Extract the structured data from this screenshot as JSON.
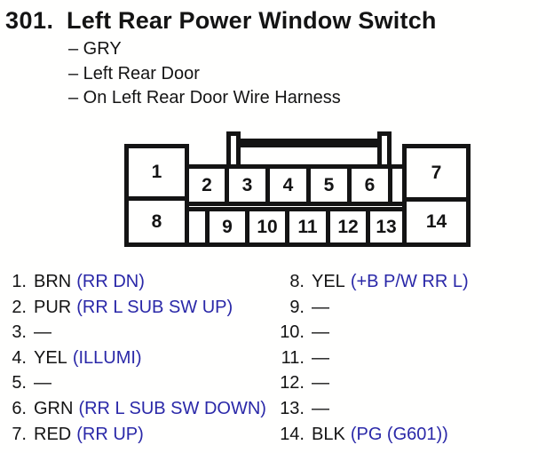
{
  "colors": {
    "background": "#fffffe",
    "text": "#141414",
    "function_blue": "#2a28a8",
    "connector_line": "#141414"
  },
  "header": {
    "number": "301.",
    "title": "Left Rear Power Window Switch"
  },
  "details": [
    "– GRY",
    "– Left Rear Door",
    "– On Left Rear Door Wire Harness"
  ],
  "connector": {
    "cells": {
      "c1": "1",
      "c2": "2",
      "c3": "3",
      "c4": "4",
      "c5": "5",
      "c6": "6",
      "c7": "7",
      "c8": "8",
      "c9": "9",
      "c10": "10",
      "c11": "11",
      "c12": "12",
      "c13": "13",
      "c14": "14"
    }
  },
  "pins": {
    "left": [
      {
        "num": "1.",
        "wire": "BRN",
        "func": "(RR DN)"
      },
      {
        "num": "2.",
        "wire": "PUR",
        "func": "(RR L SUB SW UP)"
      },
      {
        "num": "3.",
        "wire": "—",
        "func": ""
      },
      {
        "num": "4.",
        "wire": "YEL",
        "func": "(ILLUMI)"
      },
      {
        "num": "5.",
        "wire": "—",
        "func": ""
      },
      {
        "num": "6.",
        "wire": "GRN",
        "func": "(RR L SUB SW DOWN)"
      },
      {
        "num": "7.",
        "wire": "RED",
        "func": "(RR UP)"
      }
    ],
    "right": [
      {
        "num": "8.",
        "wire": "YEL",
        "func": "(+B P/W RR L)"
      },
      {
        "num": "9.",
        "wire": "—",
        "func": ""
      },
      {
        "num": "10.",
        "wire": "—",
        "func": ""
      },
      {
        "num": "11.",
        "wire": "—",
        "func": ""
      },
      {
        "num": "12.",
        "wire": "—",
        "func": ""
      },
      {
        "num": "13.",
        "wire": "—",
        "func": ""
      },
      {
        "num": "14.",
        "wire": "BLK",
        "func": "(PG (G601))"
      }
    ]
  }
}
